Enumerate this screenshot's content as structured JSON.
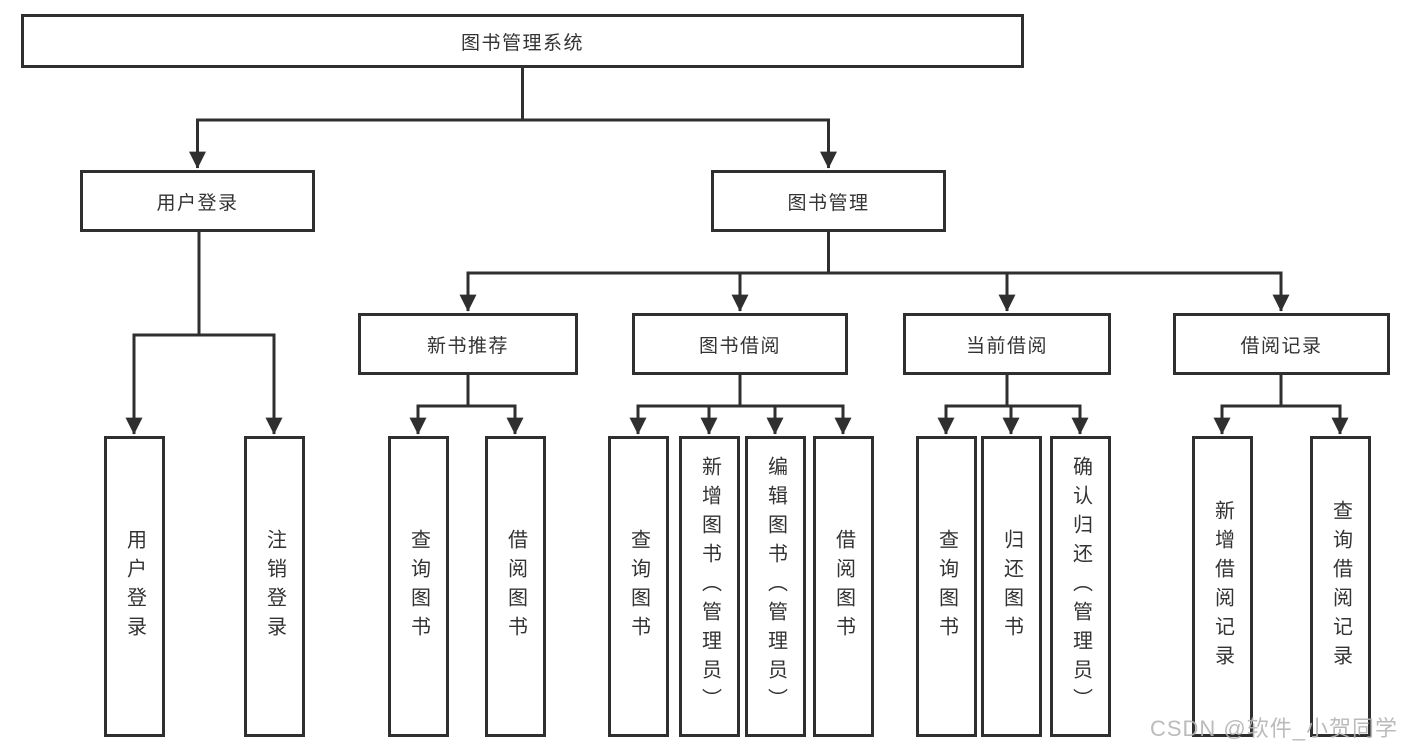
{
  "diagram_type": "hierarchy-flowchart",
  "tree": {
    "root": {
      "label": "图书管理系统",
      "children": [
        {
          "label": "用户登录",
          "children": [
            {
              "label": "用户登录"
            },
            {
              "label": "注销登录"
            }
          ]
        },
        {
          "label": "图书管理",
          "children": [
            {
              "label": "新书推荐",
              "children": [
                {
                  "label": "查询图书"
                },
                {
                  "label": "借阅图书"
                }
              ]
            },
            {
              "label": "图书借阅",
              "children": [
                {
                  "label": "查询图书"
                },
                {
                  "label": "新增图书（管理员）"
                },
                {
                  "label": "编辑图书（管理员）"
                },
                {
                  "label": "借阅图书"
                }
              ]
            },
            {
              "label": "当前借阅",
              "children": [
                {
                  "label": "查询图书"
                },
                {
                  "label": "归还图书"
                },
                {
                  "label": "确认归还（管理员）"
                }
              ]
            },
            {
              "label": "借阅记录",
              "children": [
                {
                  "label": "新增借阅记录"
                },
                {
                  "label": "查询借阅记录"
                }
              ]
            }
          ]
        }
      ]
    }
  },
  "watermark": {
    "text": "CSDN @软件_小贺同学"
  },
  "colors": {
    "line": "#2f2f2f",
    "box_border": "#2f2f2f",
    "box_fill": "#ffffff",
    "text": "#333333",
    "watermark": "#b4b4b4",
    "background": "#ffffff"
  }
}
